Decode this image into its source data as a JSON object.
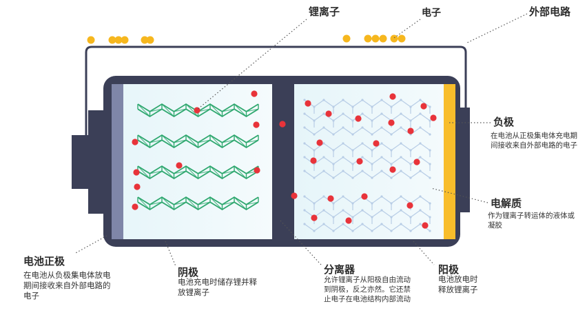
{
  "labels": {
    "lithium_ion": "锂离子",
    "electron": "电子",
    "external_circuit": "外部电路",
    "negative": {
      "title": "负极",
      "desc": "在电池从正极集电体充电期间接收来自外部电路的电子"
    },
    "electrolyte": {
      "title": "电解质",
      "desc": "作为锂离子转运体的液体或凝胶"
    },
    "positive": {
      "title": "电池正极",
      "desc": "在电池从负极集电体放电期间接收来自外部电路的电子"
    },
    "cathode": {
      "title": "阴极",
      "desc": "电池充电时储存锂并释放锂离子"
    },
    "separator": {
      "title": "分离器",
      "desc": "允许锂离子从阳极自由流动到阴极，反之亦然。它还禁止电子在电池结构内部流动"
    },
    "anode": {
      "title": "阳极",
      "desc": "电池放电时释放锂离子"
    }
  },
  "colors": {
    "casing": "#3b3f57",
    "left_collector": "#7f86a8",
    "right_collector": "#f8bd2b",
    "cell_fill": "#eef8fb",
    "ion": "#e8333a",
    "electron": "#f6b71e",
    "cathode_structure": "#2fa86f",
    "anode_structure": "#b8cde6"
  },
  "icons": [
    "lithium-ion-dot",
    "electron-dot",
    "graphite-lattice",
    "zigzag-cathode-layer"
  ]
}
